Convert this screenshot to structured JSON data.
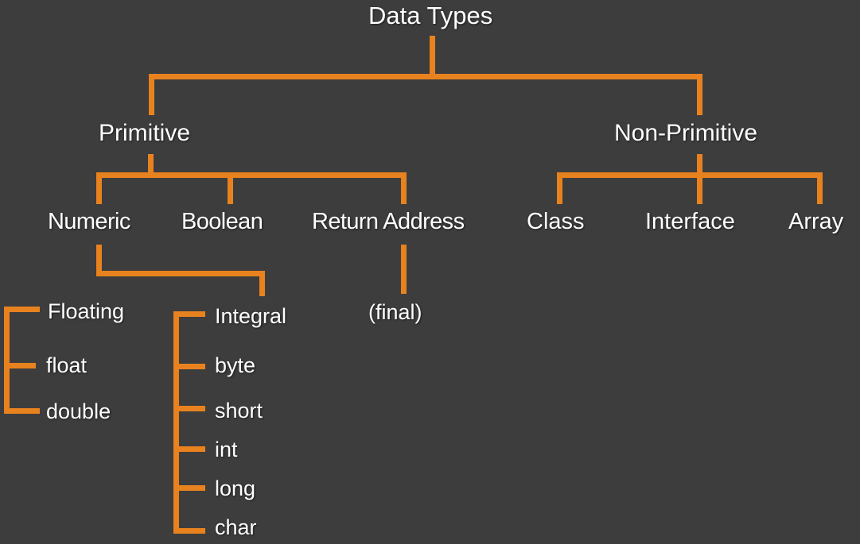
{
  "diagram": {
    "title": "Data Types",
    "theme": {
      "background": "#3d3d3d",
      "connector": "#e8821e",
      "text": "#ffffff"
    },
    "root": {
      "label": "Data Types"
    },
    "level2": [
      {
        "label": "Primitive"
      },
      {
        "label": "Non-Primitive"
      }
    ],
    "primitive_children": [
      {
        "label": "Numeric"
      },
      {
        "label": "Boolean"
      },
      {
        "label": "Return Address"
      }
    ],
    "nonprimitive_children": [
      {
        "label": "Class"
      },
      {
        "label": "Interface"
      },
      {
        "label": "Array"
      }
    ],
    "return_address_children": [
      {
        "label": "(final)"
      }
    ],
    "numeric_children": [
      {
        "label": "Floating"
      },
      {
        "label": "Integral"
      }
    ],
    "floating_types": [
      {
        "label": "Floating"
      },
      {
        "label": "float"
      },
      {
        "label": "double"
      }
    ],
    "integral_types": [
      {
        "label": "Integral"
      },
      {
        "label": "byte"
      },
      {
        "label": "short"
      },
      {
        "label": "int"
      },
      {
        "label": "long"
      },
      {
        "label": "char"
      }
    ]
  }
}
